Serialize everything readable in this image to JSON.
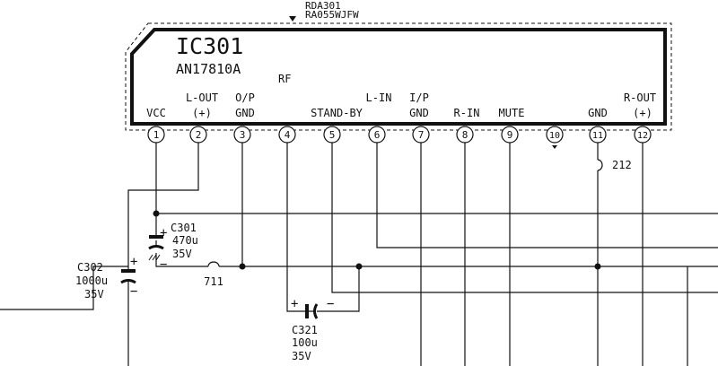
{
  "ic": {
    "refdes": "IC301",
    "part": "AN17810A",
    "board_ref": "RDA301",
    "board_part": "RA055WJFW",
    "rf_label": "RF"
  },
  "pins": [
    {
      "num": "1",
      "label": "VCC",
      "label2": ""
    },
    {
      "num": "2",
      "label": "L-OUT",
      "label2": "(+)"
    },
    {
      "num": "3",
      "label": "O/P",
      "label2": "GND"
    },
    {
      "num": "4",
      "label": "",
      "label2": ""
    },
    {
      "num": "5",
      "label": "STAND-BY",
      "label2": ""
    },
    {
      "num": "6",
      "label": "L-IN",
      "label2": ""
    },
    {
      "num": "7",
      "label": "I/P",
      "label2": "GND"
    },
    {
      "num": "8",
      "label": "R-IN",
      "label2": ""
    },
    {
      "num": "9",
      "label": "MUTE",
      "label2": ""
    },
    {
      "num": "10",
      "label": "",
      "label2": ""
    },
    {
      "num": "11",
      "label": "GND",
      "label2": ""
    },
    {
      "num": "12",
      "label": "R-OUT",
      "label2": "(+)"
    }
  ],
  "components": {
    "c301": {
      "ref": "C301",
      "value": "470u",
      "voltage": "35V",
      "plus": "+",
      "minus": "−"
    },
    "c302": {
      "ref": "C302",
      "value": "1000u",
      "voltage": "35V",
      "plus": "+",
      "minus": "−"
    },
    "c321": {
      "ref": "C321",
      "value": "100u",
      "voltage": "35V",
      "plus": "+",
      "minus": "−"
    },
    "j711": {
      "ref": "711"
    },
    "j212": {
      "ref": "212"
    }
  },
  "colors": {
    "ink": "#111111",
    "paper": "#ffffff"
  }
}
